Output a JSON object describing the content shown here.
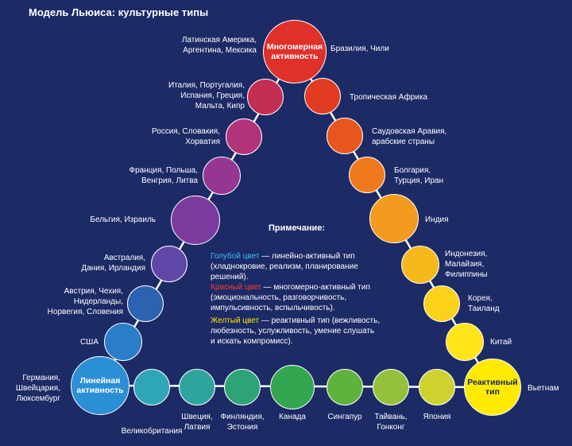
{
  "title": "Модель Льюиса: культурные типы",
  "colors": {
    "background": "#1c2a66",
    "linear": "#2b8fd6",
    "multi": "#e0302a",
    "reactive": "#ffea00",
    "link": "#ffffff"
  },
  "corners": {
    "multi": "Многомерная\nактивность",
    "linear": "Линейная\nактивность",
    "reactive": "Реактивный\nтип"
  },
  "labels": {
    "top_left": "Латинская Америка,\nАргентина, Мексика",
    "top_right": "Бразилия, Чили",
    "l1": "Италия, Португалия,\nИспания, Греция,\nМальта, Кипр",
    "l2": "Россия, Словакия,\nХорватия",
    "l3": "Франция, Польша,\nВенгрия, Литва",
    "l4": "Бельгия, Израиль",
    "l5": "Австралия,\nДания, Ирландия",
    "l6": "Австрия, Чехия,\nНидерланды,\nНорвегия, Словения",
    "l7": "США",
    "linear_side": "Германия,\nШвейцария,\nЛюксембург",
    "r1": "Тропическая Африка",
    "r2": "Саудовская Аравия,\nарабские страны",
    "r3": "Болгария,\nТурция, Иран",
    "r4": "Индия",
    "r5": "Индонезия,\nМалайзия,\nФилиппины",
    "r6": "Корея,\nТаиланд",
    "r7": "Китай",
    "reactive_side": "Вьетнам",
    "b1": "Великобритания",
    "b2": "Швеция,\nЛатвия",
    "b3": "Финляндия,\nЭстония",
    "b4": "Канада",
    "b5": "Сингапур",
    "b6": "Тайвань,\nГонконг",
    "b7": "Япония"
  },
  "note": {
    "heading": "Примечание:",
    "blue_key": "Голубой цвет",
    "blue_text": " — линейно-активный тип\n(хладнокровие, реализм, планирование\nрешений).",
    "red_key": "Красный цвет",
    "red_text": " — многомерно-активный тип\n(эмоциональность, разговорчивость,\nимпульсивность, вспыльчивость).",
    "yellow_key": "Желтый цвет",
    "yellow_text": " — реактивный тип (вежливость,\nлюбезность, услужливость, умение слушать\nи искать компромисс)."
  }
}
